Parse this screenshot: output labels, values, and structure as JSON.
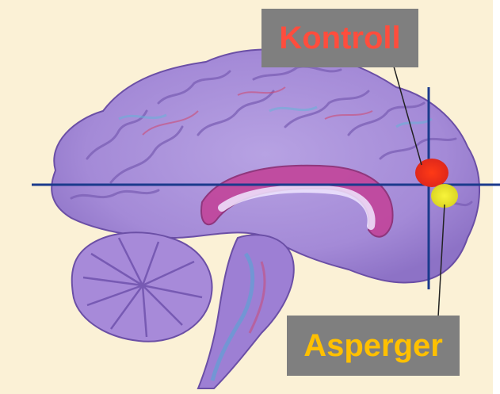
{
  "labels": {
    "control": "Kontroll",
    "asperger": "Asperger"
  },
  "colors": {
    "background": "#fbf1d6",
    "brain_base": "#a98fd8",
    "brain_dark": "#7e63b8",
    "crosshair": "#1b3a8c",
    "control_spot": "#e8331c",
    "asperger_spot": "#e8e22a",
    "label_bg": "#7f7f7f",
    "control_text": "#ff4d3d",
    "asperger_text": "#ffc000"
  },
  "icons": [
    "brain-sagittal-illustration"
  ]
}
